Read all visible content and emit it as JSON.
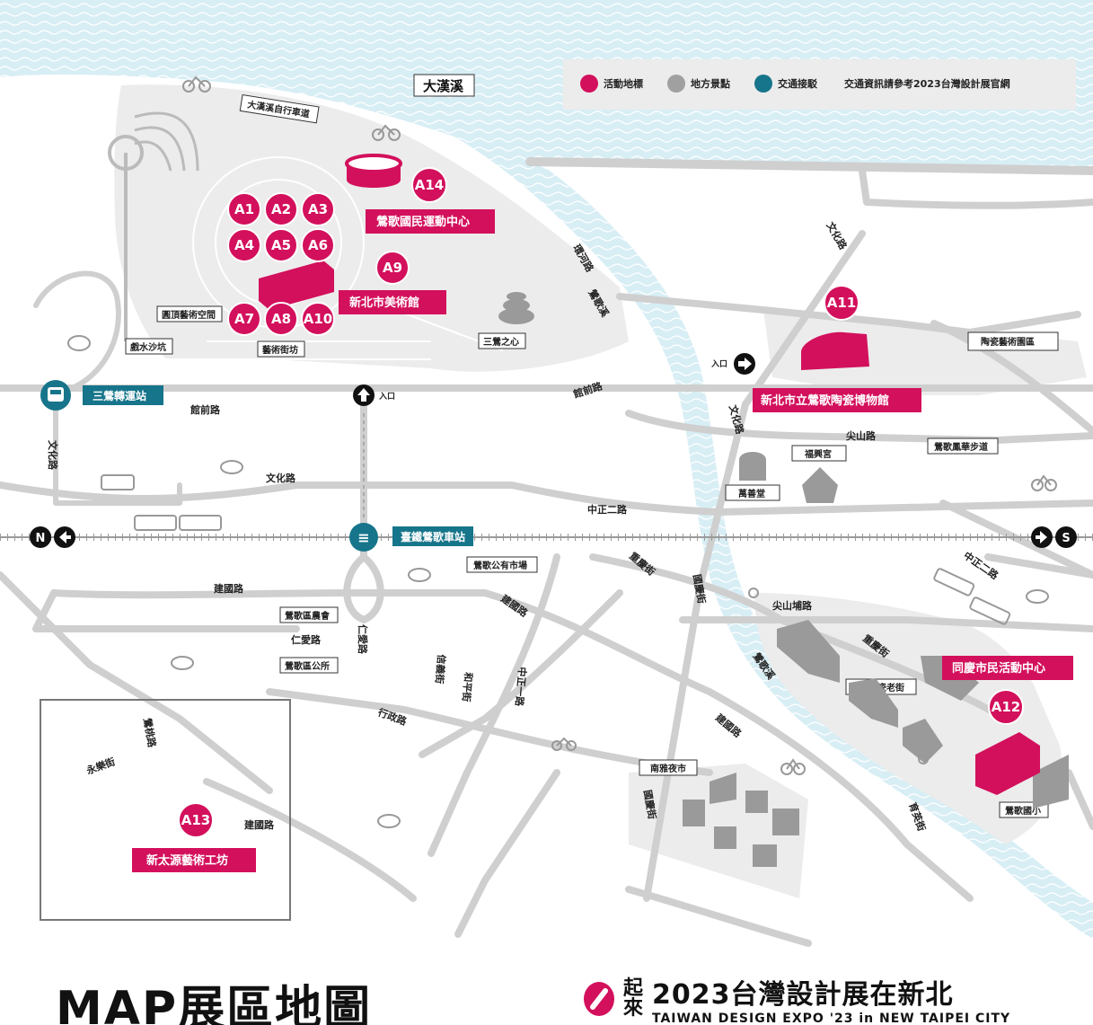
{
  "legend": {
    "items": [
      {
        "label": "活動地標",
        "color": "#d3105c"
      },
      {
        "label": "地方景點",
        "color": "#a0a0a0"
      },
      {
        "label": "交通接駁",
        "color": "#16758a"
      }
    ],
    "note": "交通資訊請參考2023台灣設計展官網"
  },
  "water": {
    "river_label": "大漢溪",
    "creek_label": "鶯歌溪"
  },
  "pins": {
    "a1": "A1",
    "a2": "A2",
    "a3": "A3",
    "a4": "A4",
    "a5": "A5",
    "a6": "A6",
    "a7": "A7",
    "a8": "A8",
    "a10": "A10",
    "a9": "A9",
    "a14": "A14",
    "a11": "A11",
    "a12": "A12",
    "a13": "A13"
  },
  "venues": {
    "sports_center": "鶯歌國民運動中心",
    "art_museum": "新北市美術館",
    "ceramics_museum": "新北市立鶯歌陶瓷博物館",
    "community_center": "同慶市民活動中心",
    "xintaiyuan": "新太源藝術工坊"
  },
  "transit": {
    "mrt_station": "三鶯轉運站",
    "rail_station": "臺鐵鶯歌車站",
    "north": "N",
    "south": "S",
    "entrance": "入口"
  },
  "spots": {
    "bike_path": "大漢溪自行車道",
    "dome_art": "圓頂藝術空間",
    "sandpit": "戲水沙坑",
    "art_street": "藝術街坊",
    "sanying_heart": "三鶯之心",
    "ceramic_park": "陶瓷藝術園區",
    "fuxing_temple": "福興宮",
    "wanshan_hall": "萬善堂",
    "fenghua_trail": "鶯歌鳳華步道",
    "public_market": "鶯歌公有市場",
    "farmers_assoc": "鶯歌區農會",
    "district_office": "鶯歌區公所",
    "old_street": "鶯歌陶瓷老街",
    "night_market": "南雅夜市",
    "elementary": "鶯歌國小"
  },
  "roads": {
    "huanhe": "環河路",
    "yingge_creek": "鶯歌溪",
    "guanqian_1": "館前路",
    "guanqian_2": "館前路",
    "wenhua_1": "文化路",
    "wenhua_2": "文化路",
    "wenhua_3": "文化路",
    "jianshan": "尖山路",
    "zhongzheng2_1": "中正二路",
    "zhongzheng2_2": "中正二路",
    "chongqing_1": "重慶街",
    "chongqing_2": "重慶街",
    "guoqing_1": "國慶街",
    "guoqing_2": "國慶街",
    "jianshanpu": "尖山埔路",
    "jianguo_1": "建國路",
    "jianguo_2": "建國路",
    "jianguo_3": "建國路",
    "jianguo_4": "建國路",
    "renai": "仁愛路",
    "renai_2": "仁愛路",
    "xinyi": "信義街",
    "heping": "和平街",
    "zhongzheng1": "中正一路",
    "xingzheng": "行政路",
    "yingtao": "鶯桃路",
    "yongle": "永樂街",
    "yupu": "育英街"
  },
  "footer": {
    "title": "MAP展區地圖",
    "mark": "起來",
    "expo_cn": "2023台灣設計展在新北",
    "expo_en": "TAIWAN DESIGN EXPO '23 in NEW TAIPEI CITY"
  }
}
